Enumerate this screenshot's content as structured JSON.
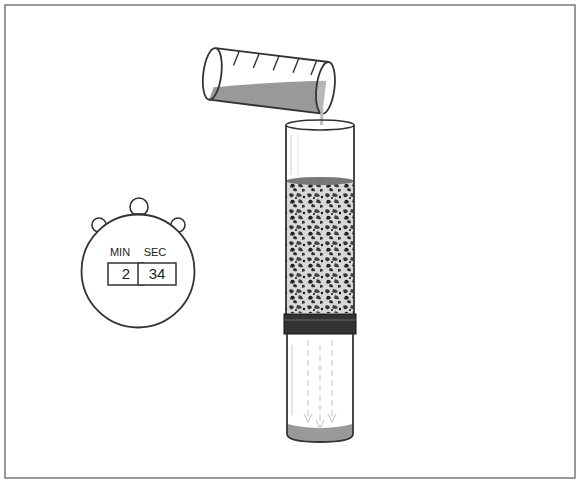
{
  "diagram": {
    "nodes": [
      {
        "text": [
          "MIN",
          "SEC"
        ]
      },
      {
        "text": [
          "2"
        ],
        "in": 0
      },
      {
        "text": [
          "34"
        ],
        "in": 0
      }
    ]
  }
}
